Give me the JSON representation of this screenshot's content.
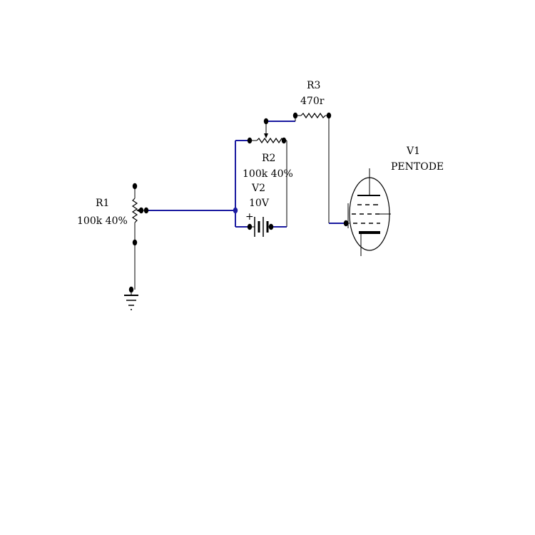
{
  "colors": {
    "wire_selected": "#1a1aa0",
    "wire": "#000000",
    "background": "#ffffff"
  },
  "components": {
    "r1": {
      "name": "R1",
      "value": "100k 40%"
    },
    "r2": {
      "name": "R2",
      "value": "100k 40%"
    },
    "r3": {
      "name": "R3",
      "value": "470r"
    },
    "v2": {
      "name": "V2",
      "value": "10V",
      "polarity": "+"
    },
    "v1": {
      "name": "V1",
      "type": "PENTODE"
    }
  },
  "icons": [
    "ground-icon",
    "potentiometer-icon",
    "resistor-icon",
    "battery-icon",
    "pentode-tube-icon"
  ]
}
